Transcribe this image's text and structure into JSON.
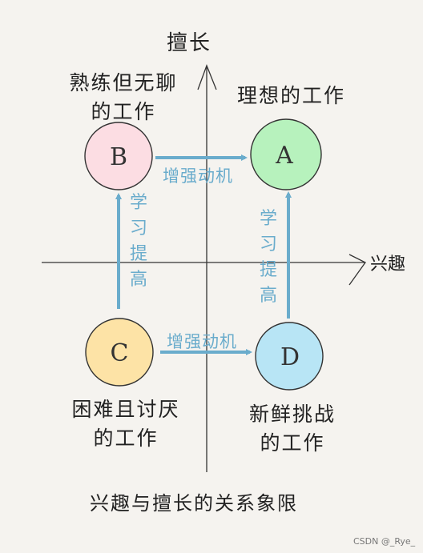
{
  "axes": {
    "y_label": "擅长",
    "x_label": "兴趣"
  },
  "quadrants": {
    "top_left": "熟练但无聊\n的工作",
    "top_right": "理想的工作",
    "bottom_left": "困难且讨厌\n的工作",
    "bottom_right": "新鲜挑战\n的工作"
  },
  "nodes": [
    {
      "id": "B",
      "label": "B",
      "color": "#fcdde3"
    },
    {
      "id": "A",
      "label": "A",
      "color": "#b7f2bd"
    },
    {
      "id": "C",
      "label": "C",
      "color": "#fde3a6"
    },
    {
      "id": "D",
      "label": "D",
      "color": "#b8e5f5"
    }
  ],
  "edges": {
    "top": "增强动机",
    "bottom": "增强动机",
    "left": "学习提高",
    "right": "学习提高"
  },
  "arrow_color": "#6aaccc",
  "caption": "兴趣与擅长的关系象限",
  "watermark": "CSDN @_Rye_"
}
